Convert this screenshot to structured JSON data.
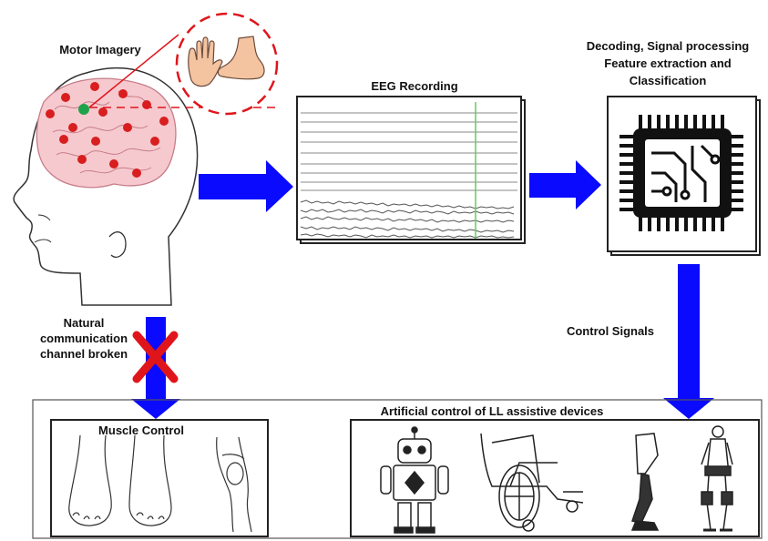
{
  "labels": {
    "motor_imagery": "Motor Imagery",
    "eeg_recording": "EEG Recording",
    "decoding_line1": "Decoding, Signal processing",
    "decoding_line2": "Feature extraction and",
    "decoding_line3": "Classification",
    "natural_line1": "Natural",
    "natural_line2": "communication",
    "natural_line3": "channel broken",
    "control_signals": "Control Signals",
    "artificial_control": "Artificial control of LL assistive devices",
    "muscle_control": "Muscle Control"
  },
  "colors": {
    "arrow": "#0a0aff",
    "brain": "#f6c9cf",
    "electrode": "#d81e1e",
    "active_electrode": "#1fa34a",
    "broken_x": "#e0151b",
    "zoom_circle": "#e0151b",
    "eeg_marker": "#5fcf5f"
  },
  "icons": [
    "hand-icon",
    "foot-icon",
    "chip-icon",
    "robot-icon",
    "wheelchair-icon",
    "prosthetic-leg-icon",
    "exoskeleton-icon",
    "feet-icon",
    "knee-icon"
  ]
}
